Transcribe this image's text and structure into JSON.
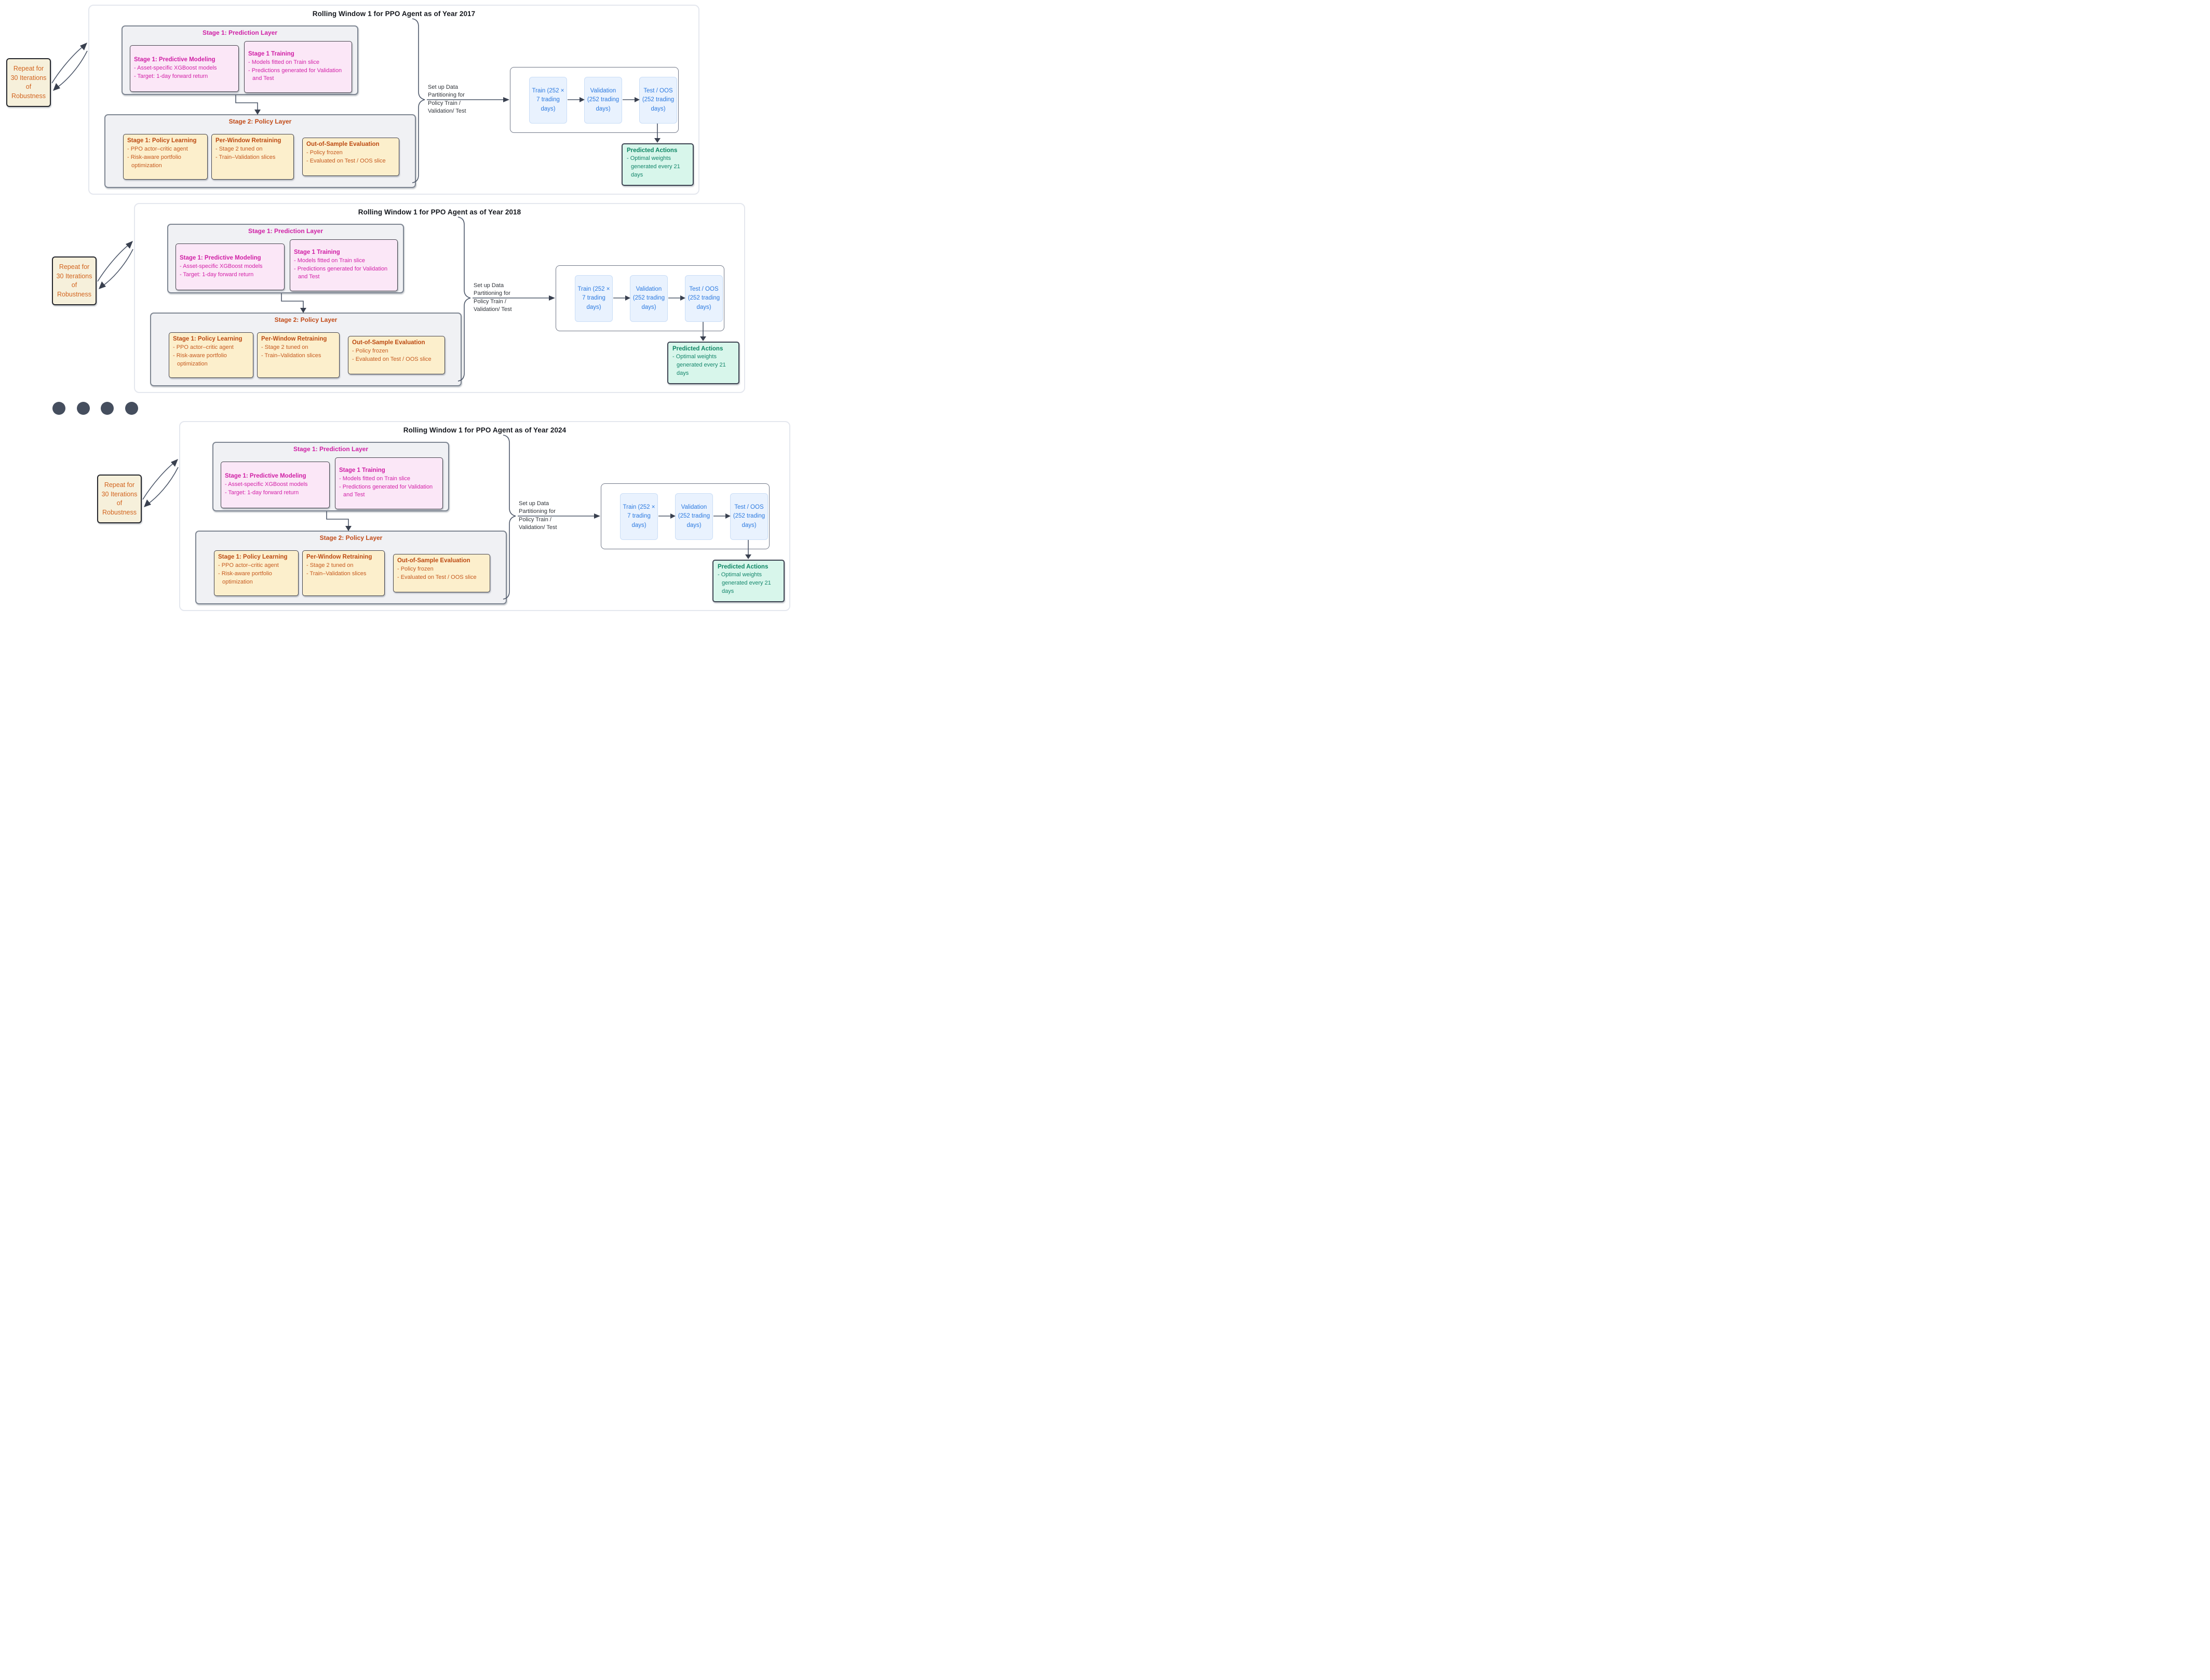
{
  "windows": [
    {
      "title": "Rolling Window 1 for PPO Agent as of Year 2017"
    },
    {
      "title": "Rolling Window 1 for PPO Agent as of Year 2018"
    },
    {
      "title": "Rolling Window 1 for PPO Agent as of Year 2024"
    }
  ],
  "repeat_box": {
    "text": "Repeat for 30 Iterations of Robustness"
  },
  "prediction_layer": {
    "label": "Stage 1: Prediction Layer",
    "cards": [
      {
        "title": "Stage 1: Predictive Modeling",
        "bullets": [
          "- Asset-specific XGBoost models",
          "- Target: 1-day forward return"
        ]
      },
      {
        "title": "Stage 1 Training",
        "bullets": [
          "- Models fitted on Train slice",
          "- Predictions generated for Validation and Test"
        ]
      }
    ]
  },
  "policy_layer": {
    "label": "Stage 2: Policy Layer",
    "cards": [
      {
        "title": "Stage 1: Policy Learning",
        "bullets": [
          "- PPO actor–critic agent",
          "- Risk-aware portfolio optimization"
        ]
      },
      {
        "title": "Per-Window Retraining",
        "bullets": [
          "- Stage 2 tuned on",
          "- Train–Validation slices"
        ]
      },
      {
        "title": "Out-of-Sample Evaluation",
        "bullets": [
          "- Policy frozen",
          "- Evaluated on Test / OOS slice"
        ]
      }
    ]
  },
  "partition": {
    "label": "Set up Data Partitioning for Policy Train / Validation/ Test",
    "slices": [
      "Train (252 × 7 trading days)",
      "Validation (252 trading days)",
      "Test / OOS (252 trading days)"
    ]
  },
  "predicted_actions": {
    "title": "Predicted Actions",
    "bullets": [
      "- Optimal weights generated every 21 days"
    ]
  },
  "ellipsis_dot_count": 4,
  "colors": {
    "magenta_text": "#d01fa5",
    "pink_card_bg": "#fbe7f7",
    "orange_text": "#c65a1f",
    "tan_card_bg": "#fcefcc",
    "policy_label": "#c14a17",
    "blue_text": "#2c7ae0",
    "blue_card_bg": "#e9f2fe",
    "teal_text": "#0d8664",
    "teal_card_bg": "#d8f6eb",
    "repeat_text": "#d2641f",
    "repeat_bg": "#f6f0db",
    "layer_bg": "#f0f1f4",
    "connector": "#4e586a",
    "dot": "#454e5e",
    "window_border": "#e4e7ee"
  }
}
